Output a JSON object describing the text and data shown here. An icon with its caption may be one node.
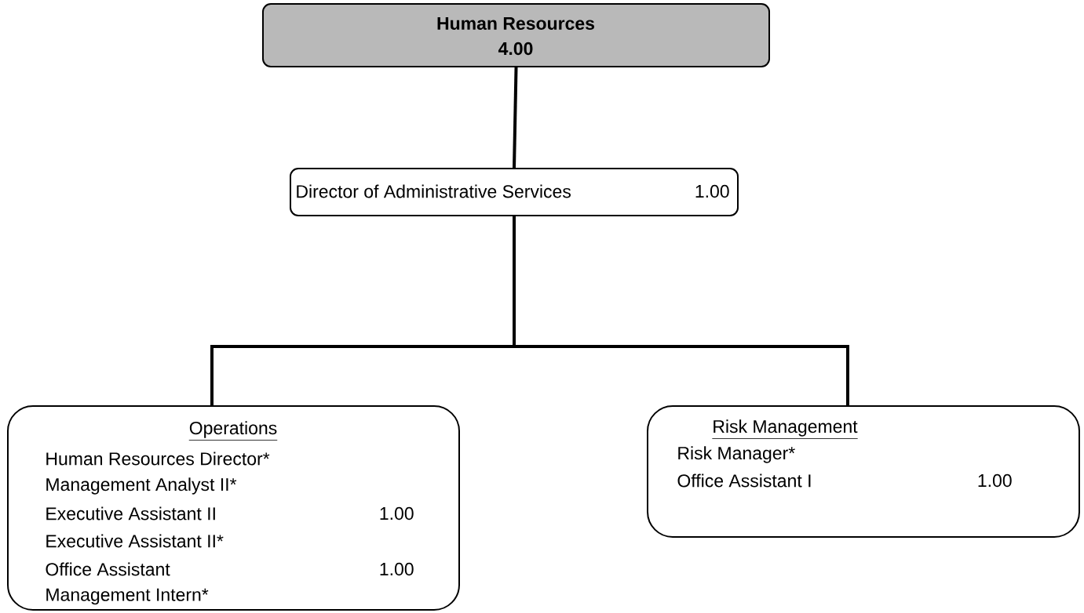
{
  "diagram": {
    "nodes": [
      {
        "text": [
          "Human Resources",
          "4.00"
        ]
      },
      {
        "text": [
          "Director of Administrative Services",
          "1.00"
        ]
      },
      {
        "text": [
          "Operations",
          "Human Resources Director*",
          "Management Analyst II*",
          "Executive Assistant II",
          "1.00",
          "Executive Assistant II*",
          "Office Assistant",
          "1.00",
          "Management Intern*"
        ]
      },
      {
        "text": [
          "Risk Management",
          "Risk Manager*",
          "Office Assistant I",
          "1.00"
        ]
      }
    ],
    "edges": [
      {
        "from": 0,
        "to": 1,
        "arrow": "none"
      },
      {
        "from": 1,
        "to": 2,
        "arrow": "none"
      },
      {
        "from": 1,
        "to": 3,
        "arrow": "none"
      }
    ]
  }
}
